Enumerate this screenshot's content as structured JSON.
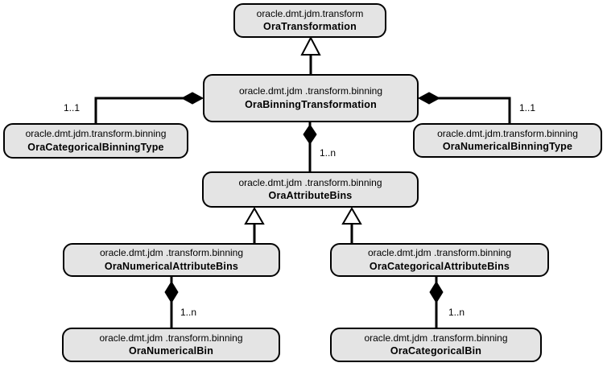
{
  "diagram_type": "uml-class-diagram",
  "style": {
    "background": "#ffffff",
    "box_fill": "#e4e4e4",
    "box_border": "#000000",
    "line_color": "#000000",
    "text_color": "#000000"
  },
  "classes": [
    {
      "package": "oracle.dmt.jdm.transform",
      "name": "OraTransformation"
    },
    {
      "package": "oracle.dmt.jdm .transform.binning",
      "name": "OraBinningTransformation"
    },
    {
      "package": "oracle.dmt.jdm.transform.binning",
      "name": "OraCategoricalBinningType"
    },
    {
      "package": "oracle.dmt.jdm.transform.binning",
      "name": "OraNumericalBinningType"
    },
    {
      "package": "oracle.dmt.jdm .transform.binning",
      "name": "OraAttributeBins"
    },
    {
      "package": "oracle.dmt.jdm .transform.binning",
      "name": "OraNumericalAttributeBins"
    },
    {
      "package": "oracle.dmt.jdm .transform.binning",
      "name": "OraCategoricalAttributeBins"
    },
    {
      "package": "oracle.dmt.jdm .transform.binning",
      "name": "OraNumericalBin"
    },
    {
      "package": "oracle.dmt.jdm .transform.binning",
      "name": "OraCategoricalBin"
    }
  ],
  "relationships": [
    {
      "type": "inheritance",
      "from": "OraBinningTransformation",
      "to": "OraTransformation"
    },
    {
      "type": "composition",
      "from": "OraBinningTransformation",
      "to": "OraCategoricalBinningType",
      "multiplicity": "1..1"
    },
    {
      "type": "composition",
      "from": "OraBinningTransformation",
      "to": "OraNumericalBinningType",
      "multiplicity": "1..1"
    },
    {
      "type": "composition",
      "from": "OraBinningTransformation",
      "to": "OraAttributeBins",
      "multiplicity": "1..n"
    },
    {
      "type": "inheritance",
      "from": "OraNumericalAttributeBins",
      "to": "OraAttributeBins"
    },
    {
      "type": "inheritance",
      "from": "OraCategoricalAttributeBins",
      "to": "OraAttributeBins"
    },
    {
      "type": "composition",
      "from": "OraNumericalAttributeBins",
      "to": "OraNumericalBin",
      "multiplicity": "1..n"
    },
    {
      "type": "composition",
      "from": "OraCategoricalAttributeBins",
      "to": "OraCategoricalBin",
      "multiplicity": "1..n"
    }
  ]
}
